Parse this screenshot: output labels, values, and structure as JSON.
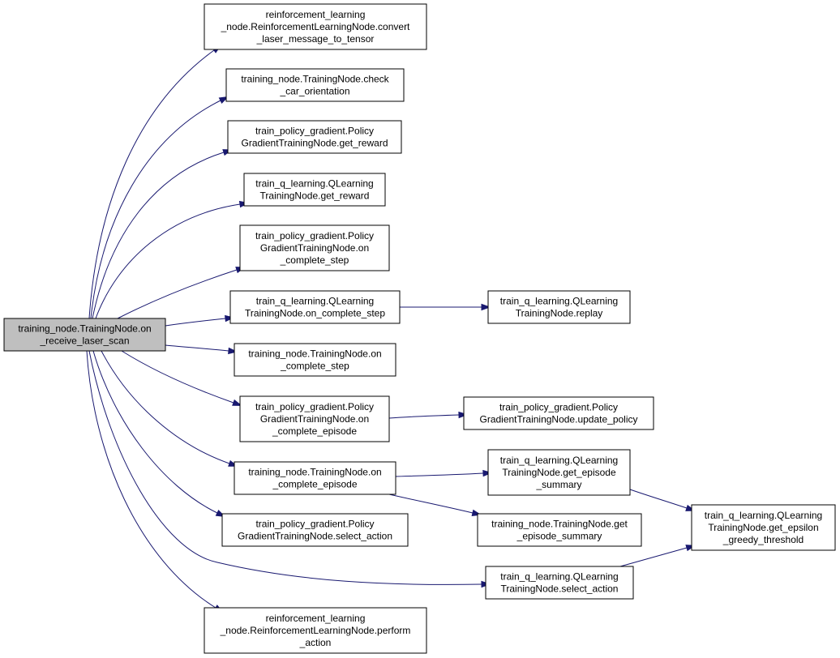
{
  "nodes": [
    {
      "id": "root",
      "lines": [
        "training_node.TrainingNode.on",
        "_receive_laser_scan"
      ],
      "root": true
    },
    {
      "id": "n1",
      "lines": [
        "reinforcement_learning",
        "_node.ReinforcementLearningNode.convert",
        "_laser_message_to_tensor"
      ]
    },
    {
      "id": "n2",
      "lines": [
        "training_node.TrainingNode.check",
        "_car_orientation"
      ]
    },
    {
      "id": "n3",
      "lines": [
        "train_policy_gradient.Policy",
        "GradientTrainingNode.get_reward"
      ]
    },
    {
      "id": "n4",
      "lines": [
        "train_q_learning.QLearning",
        "TrainingNode.get_reward"
      ]
    },
    {
      "id": "n5",
      "lines": [
        "train_policy_gradient.Policy",
        "GradientTrainingNode.on",
        "_complete_step"
      ]
    },
    {
      "id": "n6",
      "lines": [
        "train_q_learning.QLearning",
        "TrainingNode.on_complete_step"
      ]
    },
    {
      "id": "n7",
      "lines": [
        "train_q_learning.QLearning",
        "TrainingNode.replay"
      ]
    },
    {
      "id": "n8",
      "lines": [
        "training_node.TrainingNode.on",
        "_complete_step"
      ]
    },
    {
      "id": "n9",
      "lines": [
        "train_policy_gradient.Policy",
        "GradientTrainingNode.on",
        "_complete_episode"
      ]
    },
    {
      "id": "n10",
      "lines": [
        "train_policy_gradient.Policy",
        "GradientTrainingNode.update_policy"
      ]
    },
    {
      "id": "n11",
      "lines": [
        "training_node.TrainingNode.on",
        "_complete_episode"
      ]
    },
    {
      "id": "n12",
      "lines": [
        "train_q_learning.QLearning",
        "TrainingNode.get_episode",
        "_summary"
      ]
    },
    {
      "id": "n13",
      "lines": [
        "training_node.TrainingNode.get",
        "_episode_summary"
      ]
    },
    {
      "id": "n14",
      "lines": [
        "train_policy_gradient.Policy",
        "GradientTrainingNode.select_action"
      ]
    },
    {
      "id": "n15",
      "lines": [
        "train_q_learning.QLearning",
        "TrainingNode.get_epsilon",
        "_greedy_threshold"
      ]
    },
    {
      "id": "n16",
      "lines": [
        "train_q_learning.QLearning",
        "TrainingNode.select_action"
      ]
    },
    {
      "id": "n17",
      "lines": [
        "reinforcement_learning",
        "_node.ReinforcementLearningNode.perform",
        "_action"
      ]
    }
  ],
  "edges": [
    {
      "from": "root",
      "to": "n1"
    },
    {
      "from": "root",
      "to": "n2"
    },
    {
      "from": "root",
      "to": "n3"
    },
    {
      "from": "root",
      "to": "n4"
    },
    {
      "from": "root",
      "to": "n5"
    },
    {
      "from": "root",
      "to": "n6"
    },
    {
      "from": "root",
      "to": "n8"
    },
    {
      "from": "root",
      "to": "n9"
    },
    {
      "from": "root",
      "to": "n11"
    },
    {
      "from": "root",
      "to": "n14"
    },
    {
      "from": "root",
      "to": "n16"
    },
    {
      "from": "root",
      "to": "n17"
    },
    {
      "from": "n6",
      "to": "n7"
    },
    {
      "from": "n9",
      "to": "n10"
    },
    {
      "from": "n11",
      "to": "n12"
    },
    {
      "from": "n11",
      "to": "n13"
    },
    {
      "from": "n12",
      "to": "n15"
    },
    {
      "from": "n16",
      "to": "n15"
    }
  ],
  "colors": {
    "edge": "#191970",
    "root_fill": "#bfbfbf",
    "node_fill": "#ffffff",
    "node_stroke": "#000000"
  }
}
